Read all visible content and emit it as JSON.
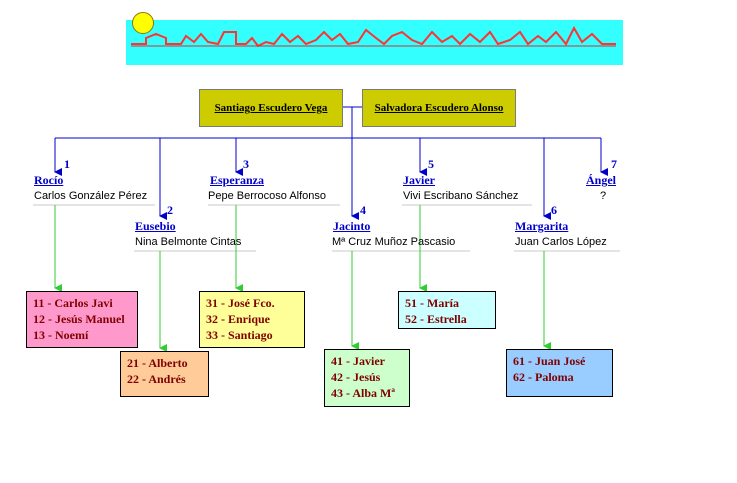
{
  "parents": {
    "father": "Santiago Escudero Vega",
    "mother": "Salvadora Escudero Alonso"
  },
  "children": [
    {
      "number": "1",
      "name": "Rocío",
      "spouse": "Carlos González Pérez"
    },
    {
      "number": "2",
      "name": "Eusebio",
      "spouse": "Nina Belmonte Cintas"
    },
    {
      "number": "3",
      "name": "Esperanza",
      "spouse": "Pepe Berrocoso Alfonso"
    },
    {
      "number": "4",
      "name": "Jacinto",
      "spouse": "Mª Cruz Muñoz Pascasio"
    },
    {
      "number": "5",
      "name": "Javier",
      "spouse": "Vivi Escribano Sánchez"
    },
    {
      "number": "6",
      "name": "Margarita",
      "spouse": "Juan Carlos López"
    },
    {
      "number": "7",
      "name": "Ángel",
      "spouse": "?"
    }
  ],
  "grandchildren": [
    {
      "of": "1",
      "items": [
        "11 - Carlos Javi",
        "12 - Jesús Manuel",
        "13 - Noemí"
      ],
      "color": "#ff99cc"
    },
    {
      "of": "2",
      "items": [
        "21 - Alberto",
        "22 - Andrés"
      ],
      "color": "#ffcc99"
    },
    {
      "of": "3",
      "items": [
        "31 - José Fco.",
        "32 - Enrique",
        "33 - Santiago"
      ],
      "color": "#ffff99"
    },
    {
      "of": "4",
      "items": [
        "41 - Javier",
        "42 - Jesús",
        "43 - Alba Mª"
      ],
      "color": "#ccffcc"
    },
    {
      "of": "5",
      "items": [
        "51 - María",
        "52 - Estrella"
      ],
      "color": "#ccffff"
    },
    {
      "of": "6",
      "items": [
        "61 - Juan José",
        "62 - Paloma"
      ],
      "color": "#99ccff"
    }
  ],
  "colors": {
    "banner": "#33ffff",
    "banner_line": "#ff3333",
    "parent_box": "#cccc00",
    "tree_line": "#0000cc",
    "descent_line": "#33cc33"
  }
}
